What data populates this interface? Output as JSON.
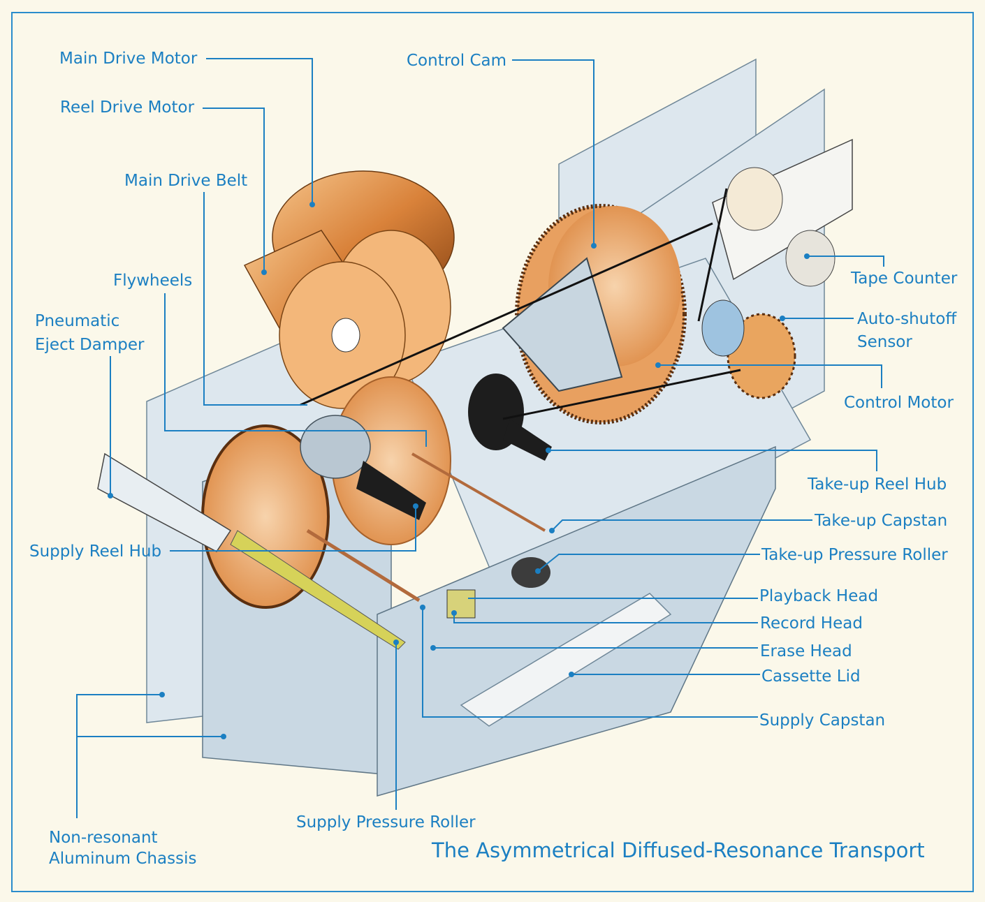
{
  "title": "The Asymmetrical Diffused-Resonance Transport",
  "colors": {
    "label": "#1b7fc2",
    "frame": "#2a8ccc",
    "background": "#fbf8ea",
    "copper": "#d9823a",
    "chassis": "#dde7ee"
  },
  "labels": {
    "main_drive_motor": "Main Drive Motor",
    "reel_drive_motor": "Reel Drive Motor",
    "main_drive_belt": "Main Drive Belt",
    "flywheels": "Flywheels",
    "pneumatic_line1": "Pneumatic",
    "pneumatic_line2": "Eject Damper",
    "supply_reel_hub": "Supply Reel Hub",
    "chassis_line1": "Non-resonant",
    "chassis_line2": "Aluminum Chassis",
    "supply_pressure_roller": "Supply Pressure Roller",
    "control_cam": "Control Cam",
    "tape_counter": "Tape Counter",
    "auto_shutoff_line1": "Auto-shutoff",
    "auto_shutoff_line2": "Sensor",
    "control_motor": "Control Motor",
    "takeup_reel_hub": "Take-up Reel Hub",
    "takeup_capstan": "Take-up Capstan",
    "takeup_pressure_roller": "Take-up Pressure Roller",
    "playback_head": "Playback Head",
    "record_head": "Record Head",
    "erase_head": "Erase Head",
    "cassette_lid": "Cassette Lid",
    "supply_capstan": "Supply Capstan"
  }
}
